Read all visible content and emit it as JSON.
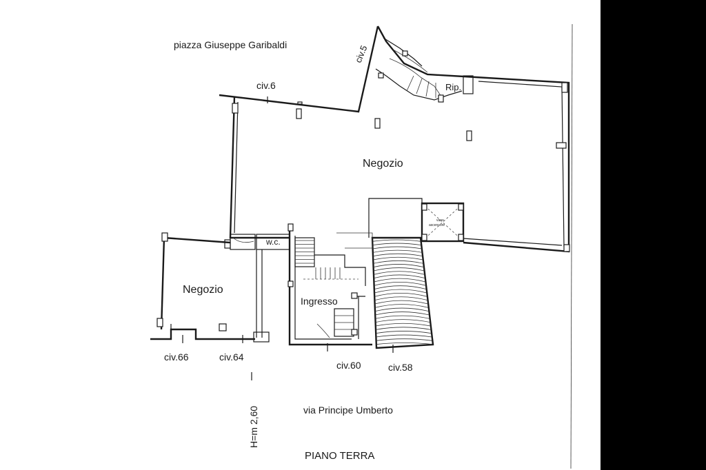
{
  "labels": {
    "piazza": "piazza Giuseppe Garibaldi",
    "civ5": "civ.5",
    "civ6": "civ.6",
    "rip": "Rip.",
    "negozio_main": "Negozio",
    "vano": "vano",
    "ascensore": "ascensore",
    "wc": "w.c.",
    "negozio_small": "Negozio",
    "ingresso": "Ingresso",
    "civ66": "civ.66",
    "civ64": "civ.64",
    "civ60": "civ.60",
    "civ58": "civ.58",
    "height": "H=m 2,60",
    "street": "via Principe Umberto",
    "floor": "PIANO TERRA"
  },
  "colors": {
    "ink": "#1a1a1a",
    "paper": "#ffffff",
    "edge_bar": "#000000"
  }
}
